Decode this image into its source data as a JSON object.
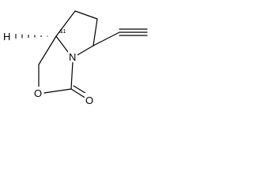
{
  "molecule": {
    "atoms": {
      "nitrogen": "N",
      "oxygen_ring": "O",
      "oxygen_carbonyl": "O",
      "hydrogen": "H"
    },
    "stereo_descriptor": "&1"
  }
}
